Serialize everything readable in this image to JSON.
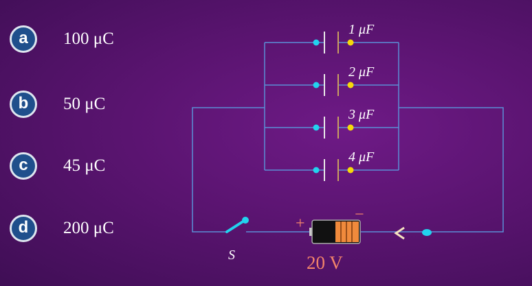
{
  "options": [
    {
      "letter": "a",
      "value": "100 μC"
    },
    {
      "letter": "b",
      "value": "50 μC"
    },
    {
      "letter": "c",
      "value": "45 μC"
    },
    {
      "letter": "d",
      "value": "200 μC"
    }
  ],
  "circuit": {
    "capacitors": [
      "1 μF",
      "2 μF",
      "3 μF",
      "4 μF"
    ],
    "switch_label": "S",
    "battery_label": "20 V",
    "battery_plus": "+",
    "battery_minus": "−"
  },
  "colors": {
    "wire": "#5b8fd6",
    "cyan": "#22d3ee",
    "yellow": "#f5d90a",
    "battery": "#f08a3c",
    "label_orange": "#f3846a"
  }
}
